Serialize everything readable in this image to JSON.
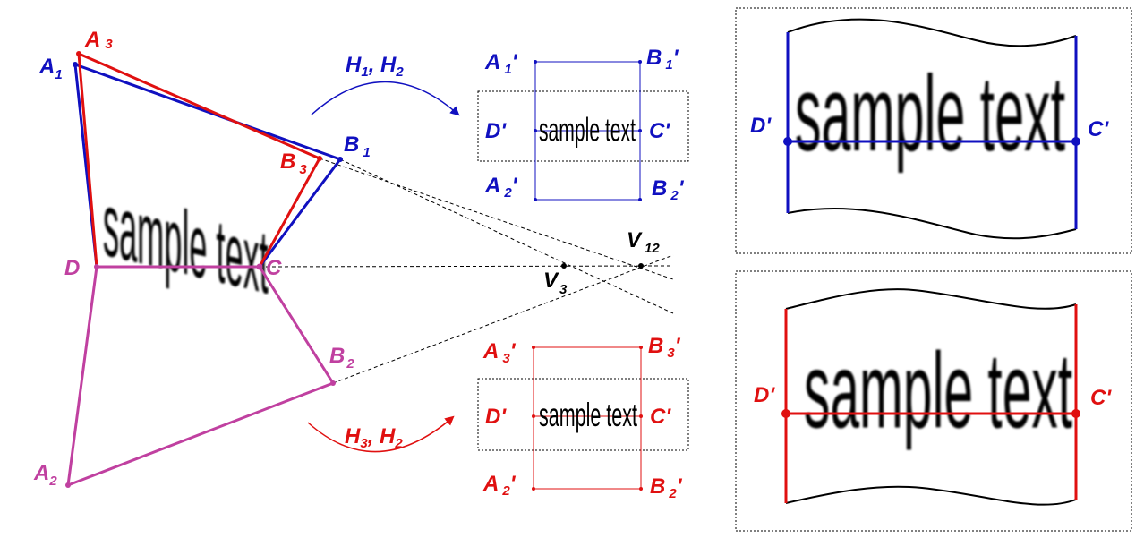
{
  "colors": {
    "blue": "#1010c0",
    "red": "#e01010",
    "magenta": "#c040a0",
    "black": "#000000"
  },
  "sample_text": "sample text",
  "source_quad": {
    "A1": {
      "base": "A",
      "sub": "1"
    },
    "A3": {
      "base": "A",
      "sub": "3"
    },
    "B1": {
      "base": "B",
      "sub": "1"
    },
    "B3": {
      "base": "B",
      "sub": "3"
    },
    "C": "C",
    "D": "D",
    "B2": {
      "base": "B",
      "sub": "2"
    },
    "A2": {
      "base": "A",
      "sub": "2"
    }
  },
  "vanishing": {
    "V12": {
      "base": "V",
      "sub": "12"
    },
    "V3": {
      "base": "V",
      "sub": "3"
    }
  },
  "transforms": {
    "top": {
      "text": "H",
      "s1": "1",
      "mid": ", H",
      "s2": "2"
    },
    "bottom": {
      "text": "H",
      "s1": "3",
      "mid": ", H",
      "s2": "2"
    }
  },
  "rect_top": {
    "A1p": {
      "base": "A",
      "sub": "1",
      "prime": "'"
    },
    "B1p": {
      "base": "B",
      "sub": "1",
      "prime": "'"
    },
    "Dp": "D'",
    "Cp": "C'",
    "A2p": {
      "base": "A",
      "sub": "2",
      "prime": "'"
    },
    "B2p": {
      "base": "B",
      "sub": "2",
      "prime": "'"
    }
  },
  "rect_bottom": {
    "A3p": {
      "base": "A",
      "sub": "3",
      "prime": "'"
    },
    "B3p": {
      "base": "B",
      "sub": "3",
      "prime": "'"
    },
    "Dp": "D'",
    "Cp": "C'",
    "A2p": {
      "base": "A",
      "sub": "2",
      "prime": "'"
    },
    "B2p": {
      "base": "B",
      "sub": "2",
      "prime": "'"
    }
  },
  "panel_top": {
    "Dp": "D'",
    "Cp": "C'"
  },
  "panel_bottom": {
    "Dp": "D'",
    "Cp": "C'"
  }
}
